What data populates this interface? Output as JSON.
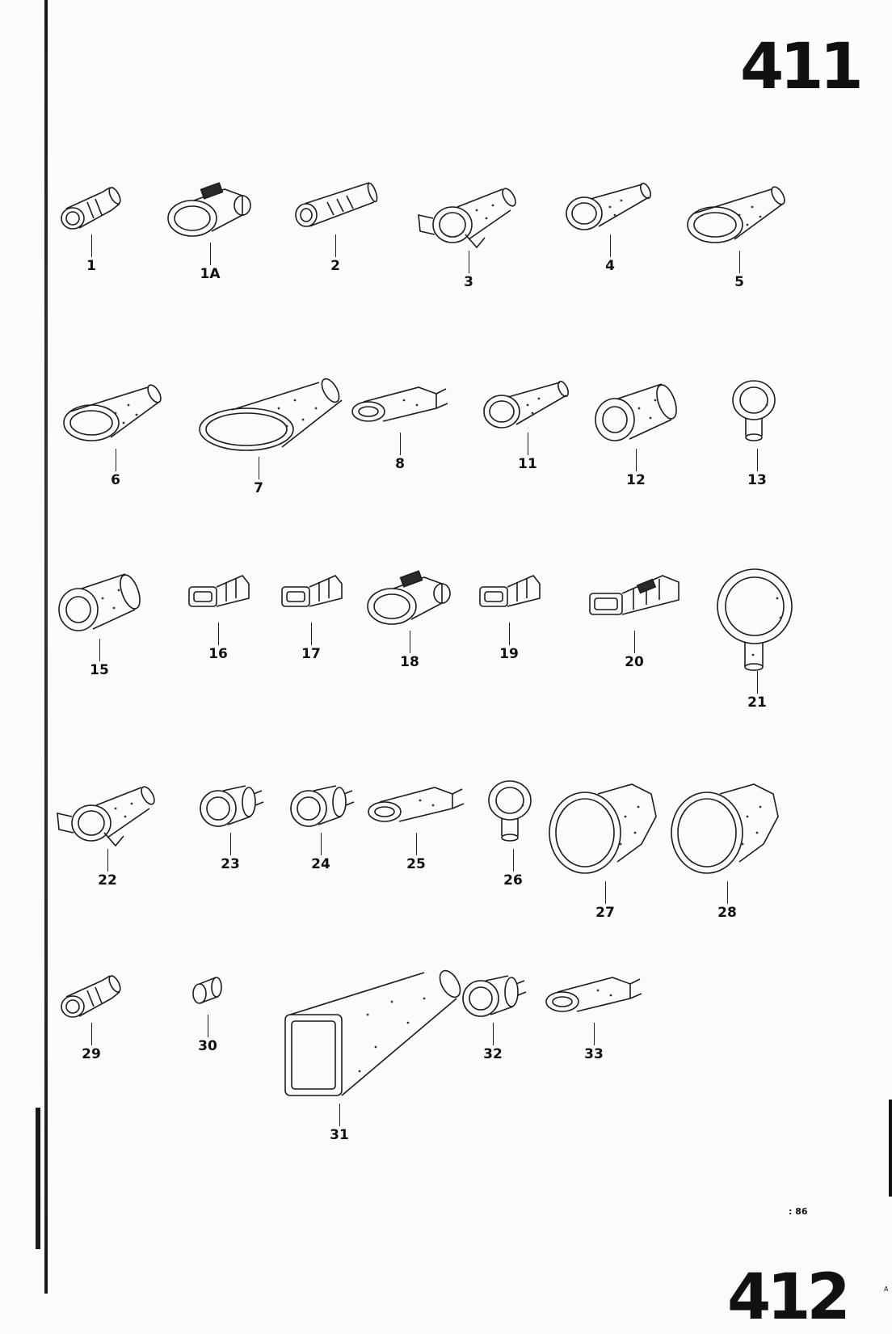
{
  "page": {
    "number": "411",
    "next_number": "412",
    "footer_code": ": 86",
    "edge_marker": "A"
  },
  "parts": [
    {
      "label": "1",
      "shape": "connector-round"
    },
    {
      "label": "1A",
      "shape": "connector-oval"
    },
    {
      "label": "2",
      "shape": "boot-long"
    },
    {
      "label": "3",
      "shape": "cone-flag"
    },
    {
      "label": "4",
      "shape": "cone-small"
    },
    {
      "label": "5",
      "shape": "cone-wide"
    },
    {
      "label": "6",
      "shape": "cone-wide"
    },
    {
      "label": "7",
      "shape": "cone-large"
    },
    {
      "label": "8",
      "shape": "boot-flat"
    },
    {
      "label": "11",
      "shape": "cone-small"
    },
    {
      "label": "12",
      "shape": "cylinder"
    },
    {
      "label": "13",
      "shape": "elbow"
    },
    {
      "label": "15",
      "shape": "cylinder"
    },
    {
      "label": "16",
      "shape": "block"
    },
    {
      "label": "17",
      "shape": "block"
    },
    {
      "label": "18",
      "shape": "connector-oval"
    },
    {
      "label": "19",
      "shape": "block"
    },
    {
      "label": "20",
      "shape": "block-long"
    },
    {
      "label": "21",
      "shape": "cap-round"
    },
    {
      "label": "22",
      "shape": "cone-flag"
    },
    {
      "label": "23",
      "shape": "cap-small"
    },
    {
      "label": "24",
      "shape": "cap-small"
    },
    {
      "label": "25",
      "shape": "boot-flat"
    },
    {
      "label": "26",
      "shape": "elbow"
    },
    {
      "label": "27",
      "shape": "cap-large"
    },
    {
      "label": "28",
      "shape": "cap-large"
    },
    {
      "label": "29",
      "shape": "connector-round"
    },
    {
      "label": "30",
      "shape": "sleeve"
    },
    {
      "label": "31",
      "shape": "cone-square"
    },
    {
      "label": "32",
      "shape": "cap-small"
    },
    {
      "label": "33",
      "shape": "boot-flat"
    }
  ]
}
